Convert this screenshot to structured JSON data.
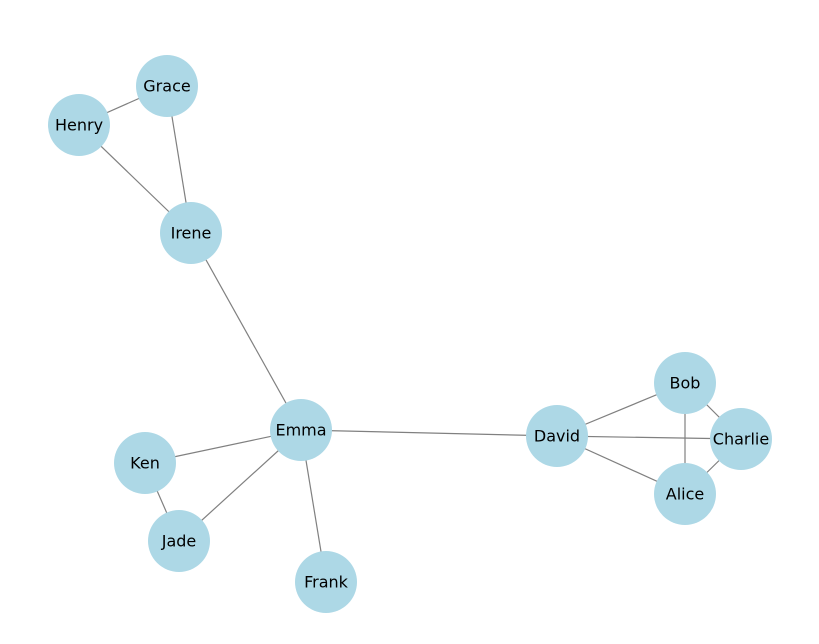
{
  "graph": {
    "node_color": "#add8e6",
    "edge_color": "#808080",
    "label_color": "#000000",
    "nodes": [
      {
        "id": "grace",
        "label": "Grace"
      },
      {
        "id": "henry",
        "label": "Henry"
      },
      {
        "id": "irene",
        "label": "Irene"
      },
      {
        "id": "emma",
        "label": "Emma"
      },
      {
        "id": "ken",
        "label": "Ken"
      },
      {
        "id": "jade",
        "label": "Jade"
      },
      {
        "id": "frank",
        "label": "Frank"
      },
      {
        "id": "david",
        "label": "David"
      },
      {
        "id": "bob",
        "label": "Bob"
      },
      {
        "id": "charlie",
        "label": "Charlie"
      },
      {
        "id": "alice",
        "label": "Alice"
      }
    ],
    "edges": [
      [
        "henry",
        "grace"
      ],
      [
        "henry",
        "irene"
      ],
      [
        "grace",
        "irene"
      ],
      [
        "irene",
        "emma"
      ],
      [
        "emma",
        "ken"
      ],
      [
        "emma",
        "jade"
      ],
      [
        "ken",
        "jade"
      ],
      [
        "emma",
        "frank"
      ],
      [
        "emma",
        "david"
      ],
      [
        "david",
        "bob"
      ],
      [
        "david",
        "charlie"
      ],
      [
        "david",
        "alice"
      ],
      [
        "bob",
        "charlie"
      ],
      [
        "bob",
        "alice"
      ],
      [
        "charlie",
        "alice"
      ]
    ]
  }
}
